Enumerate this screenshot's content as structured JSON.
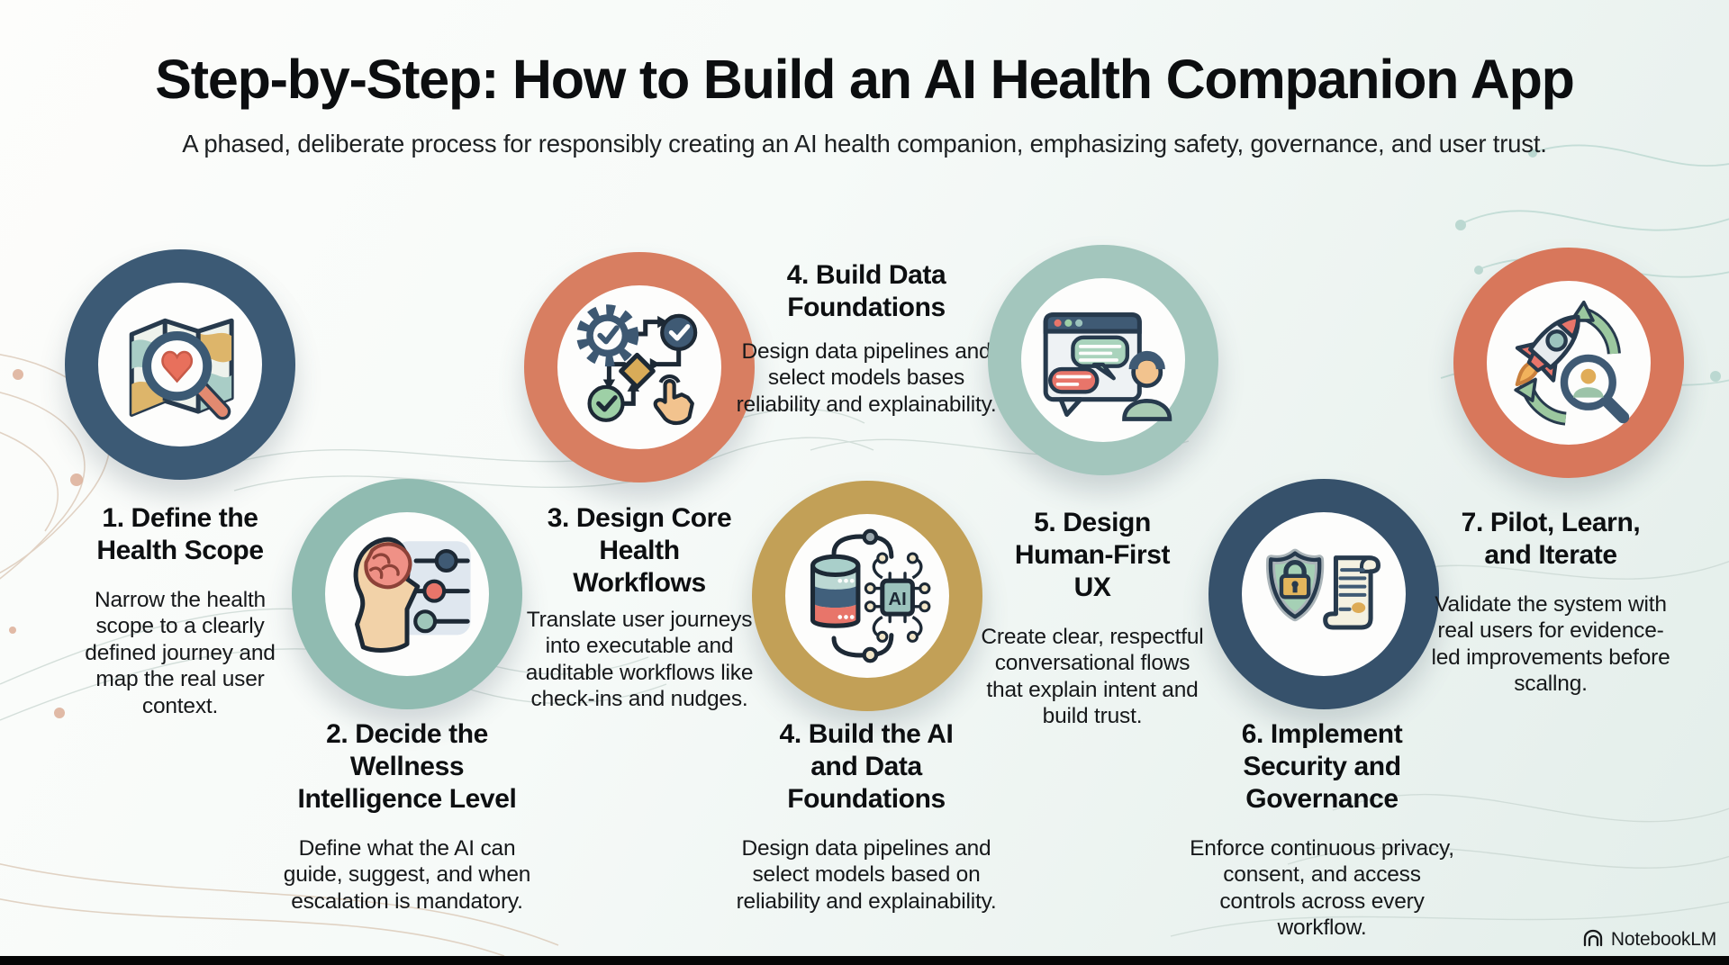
{
  "header": {
    "title": "Step-by-Step: How to Build an AI Health Companion App",
    "subtitle": "A phased, deliberate process for responsibly creating an AI health companion, emphasizing safety, governance, and user trust."
  },
  "steps": [
    {
      "title": "1. Define the Health Scope",
      "description": "Narrow the health scope to a clearly defined journey and map the real user context.",
      "icon": "map-heart-magnifier-icon",
      "ring_color": "#3C5A75"
    },
    {
      "title": "2. Decide the Wellness Intelligence Level",
      "description": "Define what the AI can guide, suggest, and when escalation is mandatory.",
      "icon": "head-brain-sliders-icon",
      "ring_color": "#90BBB1"
    },
    {
      "title": "3. Design Core Health Workflows",
      "description": "Translate user journeys into executable and auditable workflows like check-ins and nudges.",
      "icon": "workflow-gear-checklist-icon",
      "ring_color": "#D87E61"
    },
    {
      "title": "4. Build the AI and Data Foundations",
      "description": "Design data pipelines and select models based on reliability and explainability.",
      "icon": "database-ai-chip-icon",
      "ring_color": "#C2A057"
    },
    {
      "title": "5. Design Human-First UX",
      "description": "Create clear, respectful conversational flows that explain intent and build trust.",
      "icon": "chat-window-person-icon",
      "ring_color": "#A3C6BD"
    },
    {
      "title": "6. Implement Security and Governance",
      "description": "Enforce continuous privacy, consent, and access controls across every workflow.",
      "icon": "shield-lock-document-icon",
      "ring_color": "#36516B"
    },
    {
      "title": "7. Pilot, Learn, and Iterate",
      "description": "Validate the system with real users for evidence-led improvements before scallng.",
      "icon": "rocket-iterate-magnifier-icon",
      "ring_color": "#D8775B"
    }
  ],
  "top_label_step4": {
    "title": "4. Build Data Foundations",
    "description": "Design data pipelines and select models bases reliability and explainability."
  },
  "footer": {
    "brand": "NotebookLM"
  },
  "decor_colors": {
    "tan": "#D9C5B2",
    "teal": "#BBD8D1",
    "gray_green": "#CBD8D3",
    "coral_dot": "#DCAE96"
  }
}
